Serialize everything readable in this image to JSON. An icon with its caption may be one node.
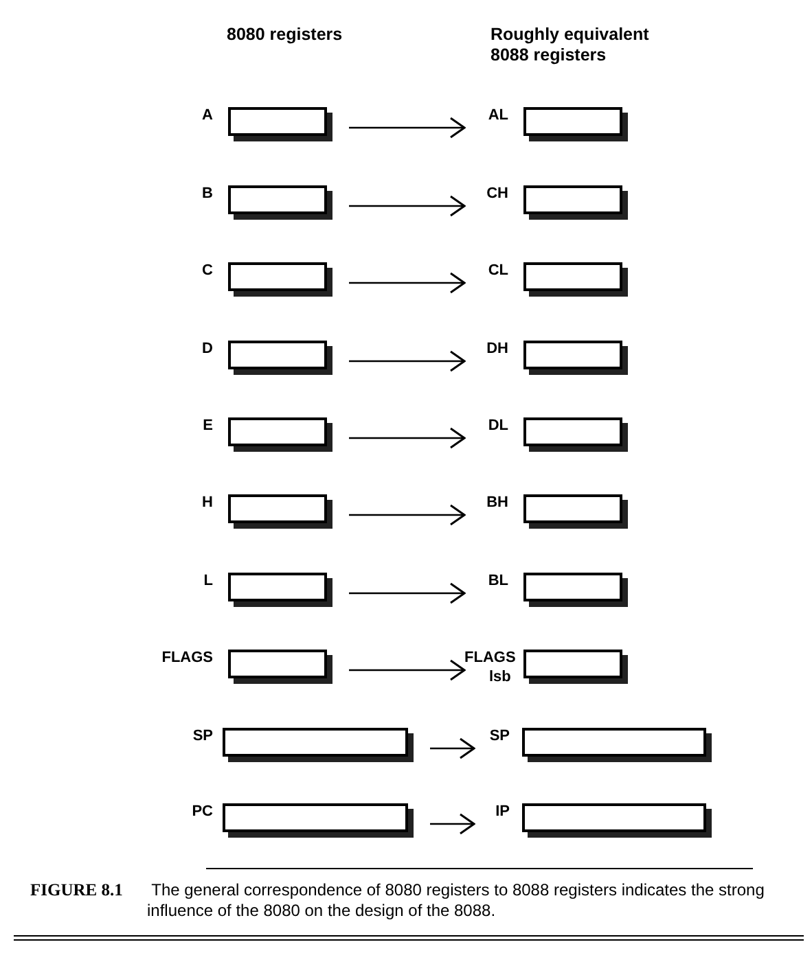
{
  "diagram": {
    "caption": "**FIGURE 8.1** The general correspondence of 8080 registers to 8088 registers indicates the strong influence of the 8080 on the design of the 8088.",
    "nodes": [
      {
        "text": [
          "A"
        ]
      },
      {
        "text": [
          "AL"
        ]
      },
      {
        "text": [
          "B"
        ]
      },
      {
        "text": [
          "CH"
        ]
      },
      {
        "text": [
          "C"
        ]
      },
      {
        "text": [
          "CL"
        ]
      },
      {
        "text": [
          "D"
        ]
      },
      {
        "text": [
          "DH"
        ]
      },
      {
        "text": [
          "E"
        ]
      },
      {
        "text": [
          "DL"
        ]
      },
      {
        "text": [
          "H"
        ]
      },
      {
        "text": [
          "BH"
        ]
      },
      {
        "text": [
          "L"
        ]
      },
      {
        "text": [
          "BL"
        ]
      },
      {
        "text": [
          "FLAGS"
        ]
      },
      {
        "text": [
          "FLAGS",
          "lsb"
        ]
      },
      {
        "text": [
          "SP"
        ]
      },
      {
        "text": [
          "SP"
        ]
      },
      {
        "text": [
          "PC"
        ]
      },
      {
        "text": [
          "IP"
        ]
      }
    ],
    "edges": [
      {
        "from": 0,
        "to": 1,
        "arrow": "to"
      },
      {
        "from": 2,
        "to": 3,
        "arrow": "to"
      },
      {
        "from": 4,
        "to": 5,
        "arrow": "to"
      },
      {
        "from": 6,
        "to": 7,
        "arrow": "to"
      },
      {
        "from": 8,
        "to": 9,
        "arrow": "to"
      },
      {
        "from": 10,
        "to": 11,
        "arrow": "to"
      },
      {
        "from": 12,
        "to": 13,
        "arrow": "to"
      },
      {
        "from": 14,
        "to": 15,
        "arrow": "to"
      },
      {
        "from": 16,
        "to": 17,
        "arrow": "to"
      },
      {
        "from": 18,
        "to": 19,
        "arrow": "to"
      }
    ],
    "labels": [
      "8080 registers",
      "Roughly equivalent 8088 registers"
    ]
  }
}
